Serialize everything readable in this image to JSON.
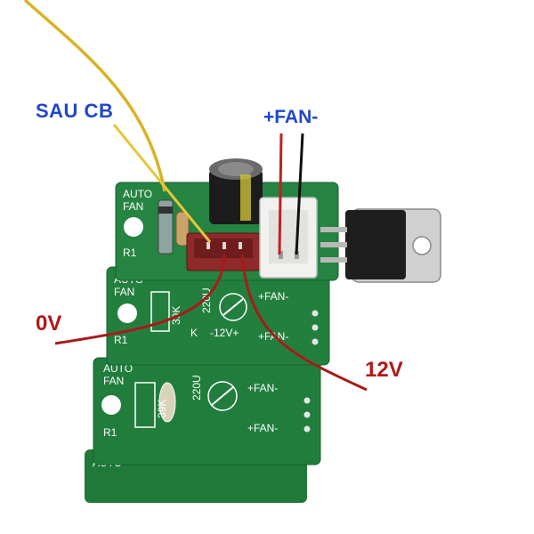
{
  "labels": {
    "sau_cb": "SAU CB",
    "fan": "+FAN-",
    "zero_v": "0V",
    "twelve_v": "12V"
  },
  "board_silkscreen": {
    "auto": "AUTO",
    "fan": "FAN",
    "r1": "R1",
    "res": "39K",
    "cap": "220U",
    "k": "K",
    "v12": "-12V+",
    "fan_minus": "+FAN-",
    "fan_plus": "+FAN-"
  },
  "colors": {
    "label_blue": "#2046c8",
    "label_red": "#b01818",
    "pcb_green": "#1f7a3a",
    "wire_yellow": "#d9b227",
    "wire_red": "#a81a1a"
  }
}
